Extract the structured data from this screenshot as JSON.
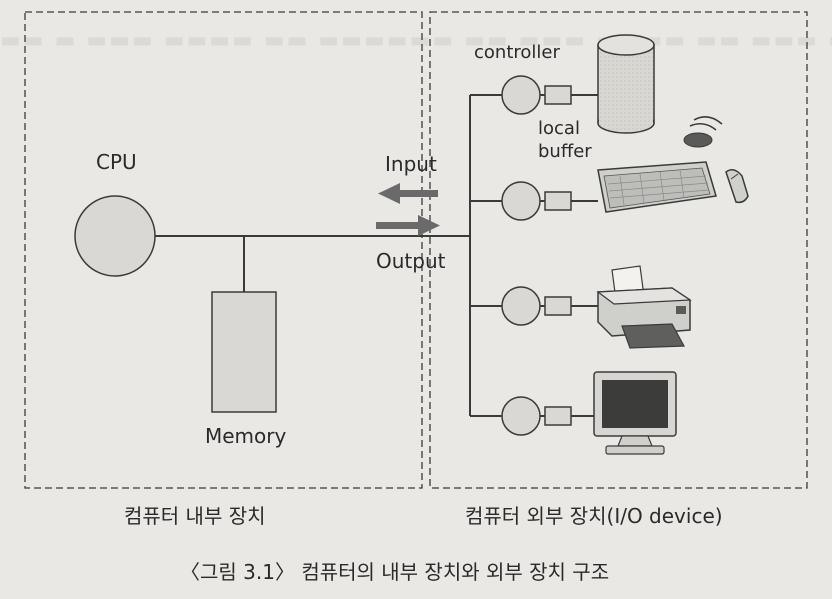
{
  "diagram": {
    "internal_group": {
      "cpu_label": "CPU",
      "memory_label": "Memory",
      "caption": "컴퓨터 내부 장치"
    },
    "external_group": {
      "controller_label": "controller",
      "local_buffer_label": "local\nbuffer",
      "caption": "컴퓨터 외부 장치(I/O device)",
      "devices": [
        {
          "name": "disk"
        },
        {
          "name": "keyboard-mouse"
        },
        {
          "name": "printer"
        },
        {
          "name": "monitor"
        }
      ]
    },
    "arrows": {
      "input_label": "Input",
      "output_label": "Output"
    },
    "figure_caption": "〈그림 3.1〉 컴퓨터의 내부 장치와 외부 장치 구조"
  },
  "colors": {
    "background": "#e9e8e4",
    "shape_fill": "#d9d8d4",
    "stroke": "#3a3a3a"
  }
}
